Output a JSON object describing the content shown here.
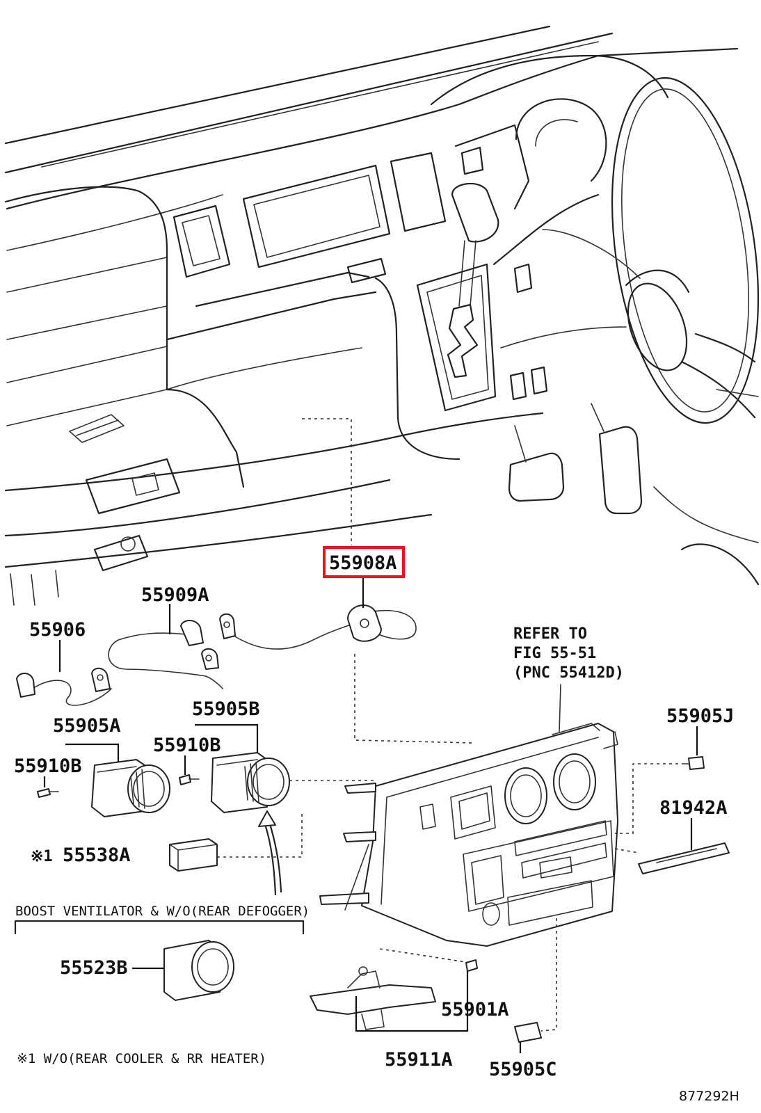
{
  "callouts": {
    "p55908a": "55908A",
    "p55909a": "55909A",
    "p55906": "55906",
    "p55905a": "55905A",
    "p55905b": "55905B",
    "p55910b_left": "55910B",
    "p55910b_right": "55910B",
    "p55538a": "55538A",
    "p55538a_mark": "※1",
    "p55523b": "55523B",
    "p55901a": "55901A",
    "p55911a": "55911A",
    "p55905c": "55905C",
    "p55905j": "55905J",
    "p81942a": "81942A"
  },
  "refer": {
    "line1": "REFER TO",
    "line2": "FIG 55-51",
    "line3": "(PNC 55412D)"
  },
  "notes": {
    "boost": "BOOST VENTILATOR & W/O(REAR DEFOGGER)",
    "footnote": "※1 W/O(REAR COOLER & RR HEATER)"
  },
  "figure_number": "877292H",
  "highlight_color": "#e8141c"
}
